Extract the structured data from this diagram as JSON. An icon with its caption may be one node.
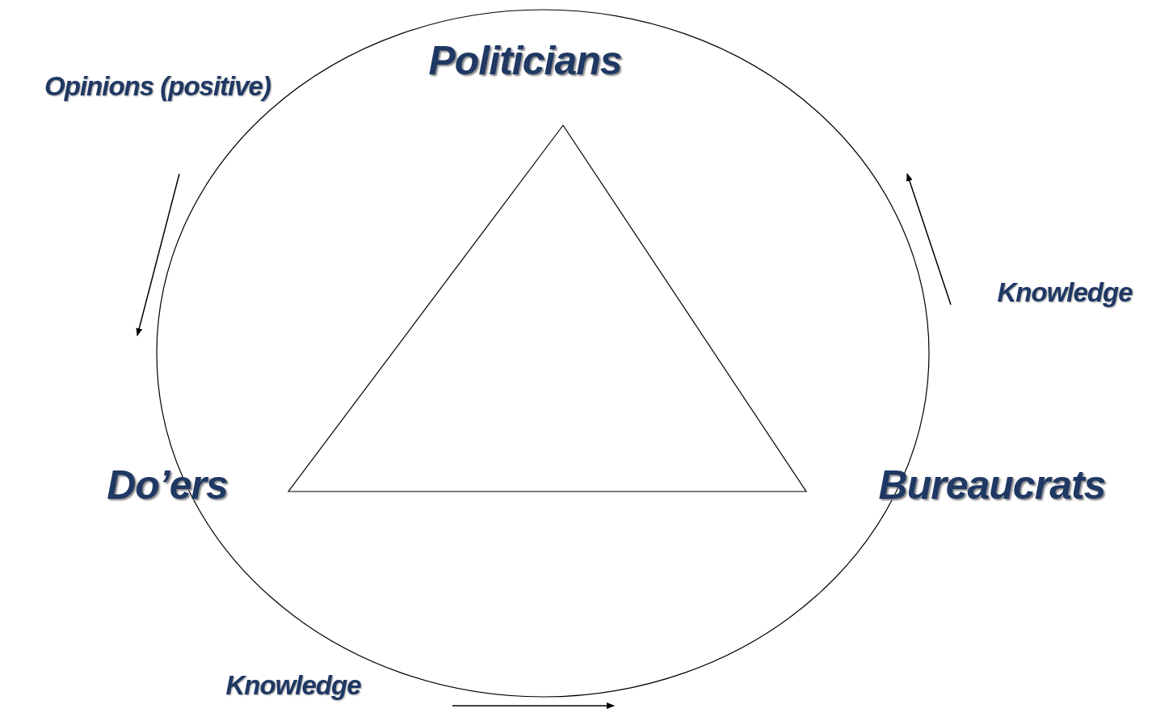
{
  "diagram": {
    "nodes": [
      {
        "text": [
          "Politicians"
        ]
      },
      {
        "text": [
          "Do’ers"
        ]
      },
      {
        "text": [
          "Bureaucrats"
        ]
      }
    ],
    "edges": [],
    "labels": [
      "Opinions (positive)",
      "Knowledge",
      "Knowledge"
    ]
  }
}
